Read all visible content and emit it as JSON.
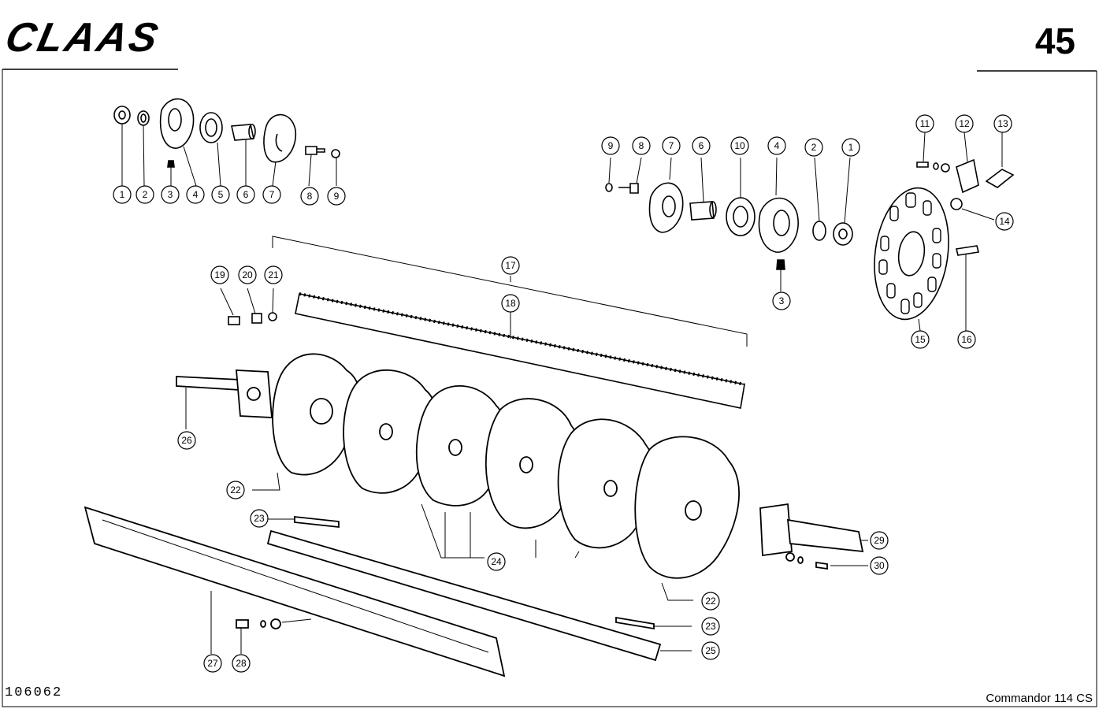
{
  "header": {
    "brand": "CLAAS",
    "page_number": "45"
  },
  "footer": {
    "drawing_number": "106062",
    "model": "Commandor 114 CS"
  },
  "callouts": [
    {
      "id": "c-1a",
      "label": "1"
    },
    {
      "id": "c-2a",
      "label": "2"
    },
    {
      "id": "c-3a",
      "label": "3"
    },
    {
      "id": "c-4a",
      "label": "4"
    },
    {
      "id": "c-5a",
      "label": "5"
    },
    {
      "id": "c-6a",
      "label": "6"
    },
    {
      "id": "c-7a",
      "label": "7"
    },
    {
      "id": "c-8a",
      "label": "8"
    },
    {
      "id": "c-9a",
      "label": "9"
    },
    {
      "id": "c-9b",
      "label": "9"
    },
    {
      "id": "c-8b",
      "label": "8"
    },
    {
      "id": "c-7b",
      "label": "7"
    },
    {
      "id": "c-6b",
      "label": "6"
    },
    {
      "id": "c-10",
      "label": "10"
    },
    {
      "id": "c-4b",
      "label": "4"
    },
    {
      "id": "c-2b",
      "label": "2"
    },
    {
      "id": "c-1b",
      "label": "1"
    },
    {
      "id": "c-3b",
      "label": "3"
    },
    {
      "id": "c-11",
      "label": "11"
    },
    {
      "id": "c-12",
      "label": "12"
    },
    {
      "id": "c-13",
      "label": "13"
    },
    {
      "id": "c-14",
      "label": "14"
    },
    {
      "id": "c-15",
      "label": "15"
    },
    {
      "id": "c-16",
      "label": "16"
    },
    {
      "id": "c-17",
      "label": "17"
    },
    {
      "id": "c-18",
      "label": "18"
    },
    {
      "id": "c-19",
      "label": "19"
    },
    {
      "id": "c-20",
      "label": "20"
    },
    {
      "id": "c-21",
      "label": "21"
    },
    {
      "id": "c-26",
      "label": "26"
    },
    {
      "id": "c-22a",
      "label": "22"
    },
    {
      "id": "c-23a",
      "label": "23"
    },
    {
      "id": "c-24",
      "label": "24"
    },
    {
      "id": "c-29",
      "label": "29"
    },
    {
      "id": "c-30",
      "label": "30"
    },
    {
      "id": "c-22b",
      "label": "22"
    },
    {
      "id": "c-23b",
      "label": "23"
    },
    {
      "id": "c-25",
      "label": "25"
    },
    {
      "id": "c-27",
      "label": "27"
    },
    {
      "id": "c-28",
      "label": "28"
    }
  ]
}
